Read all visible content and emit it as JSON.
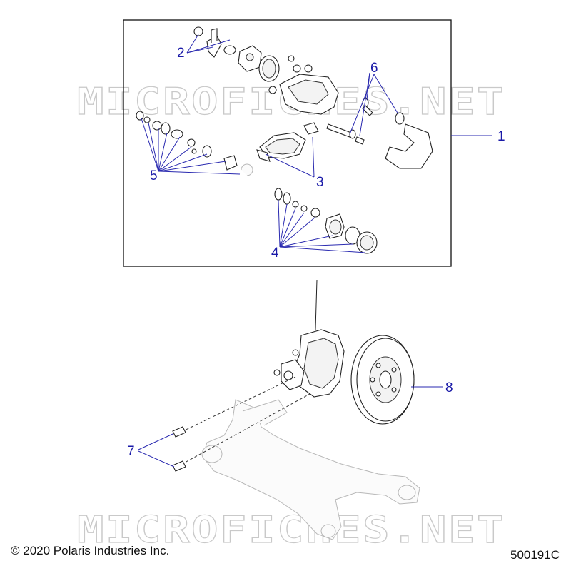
{
  "watermark": {
    "top": "MICROFICHES.NET",
    "bottom": "MICROFICHES.NET"
  },
  "callouts": {
    "c1": "1",
    "c2": "2",
    "c3": "3",
    "c4": "4",
    "c5": "5",
    "c6": "6",
    "c7": "7",
    "c8": "8"
  },
  "footer": {
    "copyright": "© 2020 Polaris Industries Inc.",
    "diagram_id": "500191C"
  }
}
